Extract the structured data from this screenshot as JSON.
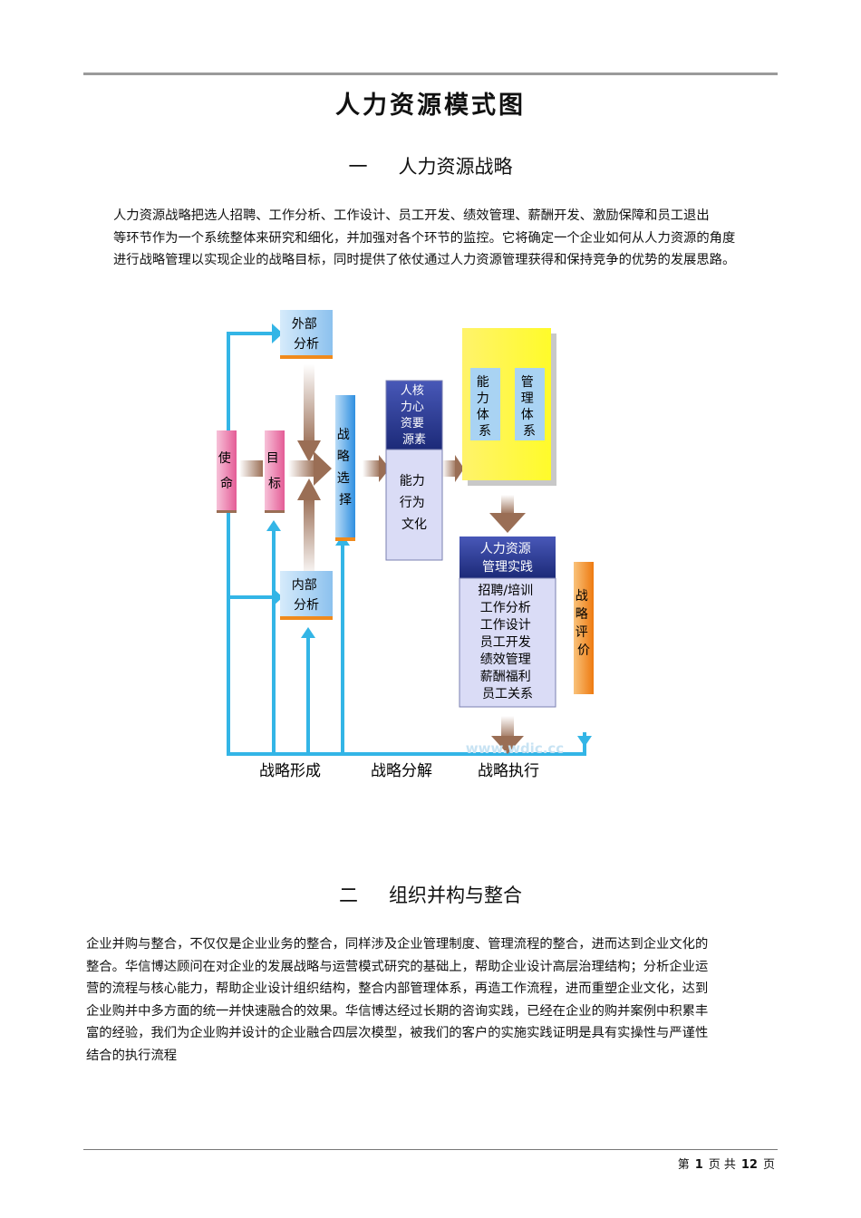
{
  "document": {
    "title": "人力资源模式图",
    "section1": {
      "num": "一",
      "heading": "人力资源战略"
    },
    "section1_lines": [
      "人力资源战略把选人招聘、工作分析、工作设计、员工开发、绩效管理、薪酬开发、激励保障和员工退出",
      "等环节作为一个系统整体来研究和细化，并加强对各个环节的监控。它将确定一个企业如何从人力资源的角度",
      "进行战略管理以实现企业的战略目标，同时提供了依仗通过人力资源管理获得和保持竞争的优势的发展思路。"
    ],
    "section2": {
      "num": "二",
      "heading": "组织并构与整合"
    },
    "section2_lines": [
      "企业并购与整合，不仅仅是企业业务的整合，同样涉及企业管理制度、管理流程的整合，进而达到企业文化的",
      "整合。华信博达顾问在对企业的发展战略与运营模式研究的基础上，帮助企业设计高层治理结构；分析企业运",
      "营的流程与核心能力，帮助企业设计组织结构，整合内部管理体系，再造工作流程，进而重塑企业文化，达到",
      "企业购并中多方面的统一并快速融合的效果。华信博达经过长期的咨询实践，已经在企业的购并案例中积累丰",
      "富的经验，我们为企业购并设计的企业融合四层次模型，被我们的客户的实施实践证明是具有实操性与严谨性",
      "结合的执行流程"
    ]
  },
  "diagram": {
    "external_analysis": [
      "外部",
      "分析"
    ],
    "mission": [
      "使",
      "命"
    ],
    "goal": [
      "目",
      "标"
    ],
    "internal_analysis": [
      "内部",
      "分析"
    ],
    "strategy_choice": [
      "战",
      "略",
      "选",
      "择"
    ],
    "core_hr": [
      "人核",
      "力心",
      "资要",
      "源素"
    ],
    "capability_culture": [
      "能力",
      "行为",
      "文化"
    ],
    "capability_system": [
      "能",
      "力",
      "体",
      "系"
    ],
    "management_system": [
      "管",
      "理",
      "体",
      "系"
    ],
    "hr_practice_header": [
      "人力资源",
      "管理实践"
    ],
    "hr_practice_items": [
      "招聘/培训",
      "工作分析",
      "工作设计",
      "员工开发",
      "绩效管理",
      "薪酬福利",
      "员工关系"
    ],
    "strategy_evaluation": [
      "战",
      "略",
      "评",
      "价"
    ],
    "phases": [
      "战略形成",
      "战略分解",
      "战略执行"
    ],
    "watermark": "www.wdic.cc",
    "colors": {
      "blue_arrow": "#33b5e6",
      "pink": "#e86aa0",
      "orange": "#f08a1c",
      "yellow": "#fff84a",
      "navy": "#2a3f8f",
      "lavender": "#dadcf6"
    }
  },
  "footer": {
    "prefix": "第",
    "page": "1",
    "mid": "页 共",
    "total": "12",
    "suffix": "页"
  }
}
